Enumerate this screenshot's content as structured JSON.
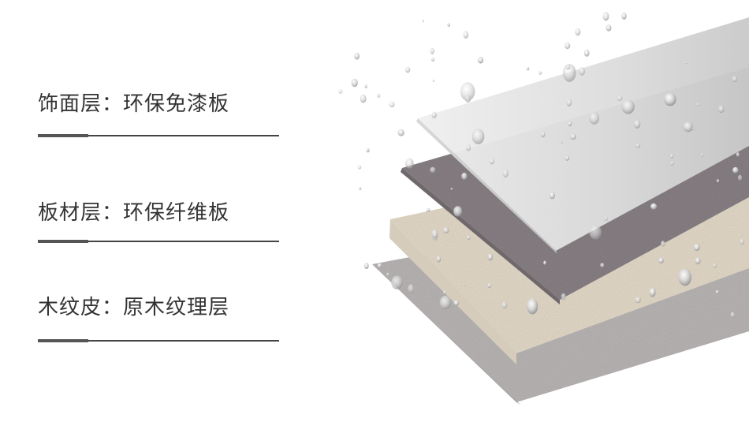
{
  "layers": [
    {
      "name": "饰面层",
      "colon": "：",
      "desc": "环保免漆板"
    },
    {
      "name": "板材层",
      "colon": "：",
      "desc": "环保纤维板"
    },
    {
      "name": "木纹皮",
      "colon": "：",
      "desc": "原木纹理层"
    }
  ],
  "colors": {
    "text": "#333333",
    "surface_layer": "#e4e4e4",
    "board_layer": "#8c8488",
    "fiber_layer": "#e6dccb",
    "grain_layer": "#b9b5b5"
  }
}
